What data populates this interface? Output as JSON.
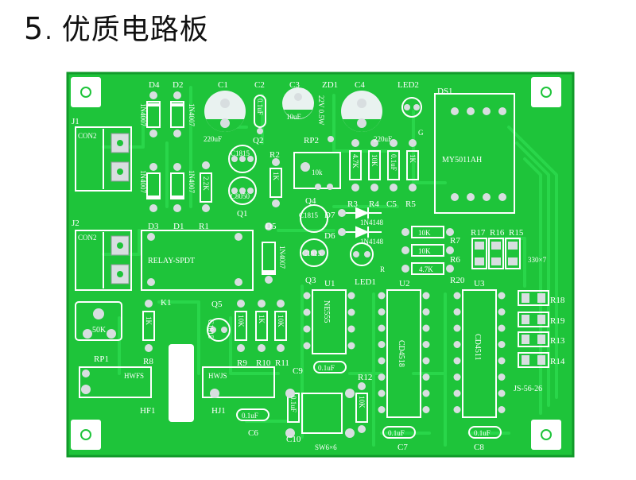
{
  "heading": {
    "number": "5",
    "dot": ".",
    "title": "优质电路板"
  },
  "colors": {
    "board": "#1ec43a",
    "board_dark": "#11a52c",
    "silk": "#ffffff",
    "pad": "#d8dee0",
    "trace": "#29d64a"
  },
  "board": {
    "labels": {
      "D4": "D4",
      "D2": "D2",
      "C1": "C1",
      "C2": "C2",
      "C3": "C3",
      "ZD1": "ZD1",
      "C4": "C4",
      "LED2": "LED2",
      "DS1": "DS1",
      "J1": "J1",
      "CON2a": "CON2",
      "J2": "J2",
      "CON2b": "CON2",
      "d4val": "1N4007",
      "d2val": "1N4007",
      "d3val": "1N4007",
      "d1val": "1N4007",
      "c1val": "220uF",
      "c2val": "0.1uF",
      "c3val": "10uF",
      "zd1val": "22V 0.5W",
      "c4val": "220uF",
      "G": "G",
      "Q2": "Q2",
      "c1815a": "C1815",
      "c8050": "C8050",
      "Q1": "Q1",
      "R2": "R2",
      "R1": "R1",
      "r1val": "2.2K",
      "r2val": "1K",
      "RP2": "RP2",
      "rp2val": "10k",
      "r3val": "4.7K",
      "r4val": "10K",
      "c5val": "0.1uF",
      "r5val": "1K",
      "R3": "R3",
      "R4": "R4",
      "C5": "C5",
      "R5": "R5",
      "D3": "D3",
      "D1": "D1",
      "Q4": "Q4",
      "c1815b": "C1815",
      "D7": "D7",
      "d7val": "1N4148",
      "D5": "D5",
      "D6": "D6",
      "d6val": "1N4148",
      "d5val": "1N4007",
      "relay": "RELAY-SPDT",
      "K1": "K1",
      "c1815c": "C1815",
      "Q3": "Q3",
      "LED1": "LED1",
      "R": "R",
      "r7val": "10K",
      "R7": "R7",
      "r6val": "10K",
      "R6": "R6",
      "r20val": "4.7K",
      "R20": "R20",
      "R17": "R17",
      "R16": "R16",
      "R15": "R15",
      "r330": "330×7",
      "dsval": "MY5011AH",
      "U1": "U1",
      "U2": "U2",
      "U3": "U3",
      "ne555": "NE555",
      "cd4518": "CD4518",
      "cd4511": "CD4511",
      "R18": "R18",
      "R19": "R19",
      "R13": "R13",
      "R14": "R14",
      "Q5": "Q5",
      "c1815d": "C1815",
      "r9val": "10K",
      "r10val": "1K",
      "r11val": "10K",
      "R9": "R9",
      "R10": "R10",
      "R11": "R11",
      "rp1val": "50K",
      "RP1": "RP1",
      "R8": "R8",
      "r8val": "1K",
      "hwfs": "HWFS",
      "HF1": "HF1",
      "hwjs": "HWJS",
      "HJ1": "HJ1",
      "c6val": "0.1uF",
      "C6": "C6",
      "C9": "C9",
      "c9val": "0.1uF",
      "C10": "C10",
      "c10val": "0.1uF",
      "sw": "SW6×6",
      "R12": "R12",
      "r12val": "10K",
      "c7val": "0.1uF",
      "C7": "C7",
      "c8val": "0.1uF",
      "C8": "C8",
      "js": "JS-56-26"
    }
  }
}
